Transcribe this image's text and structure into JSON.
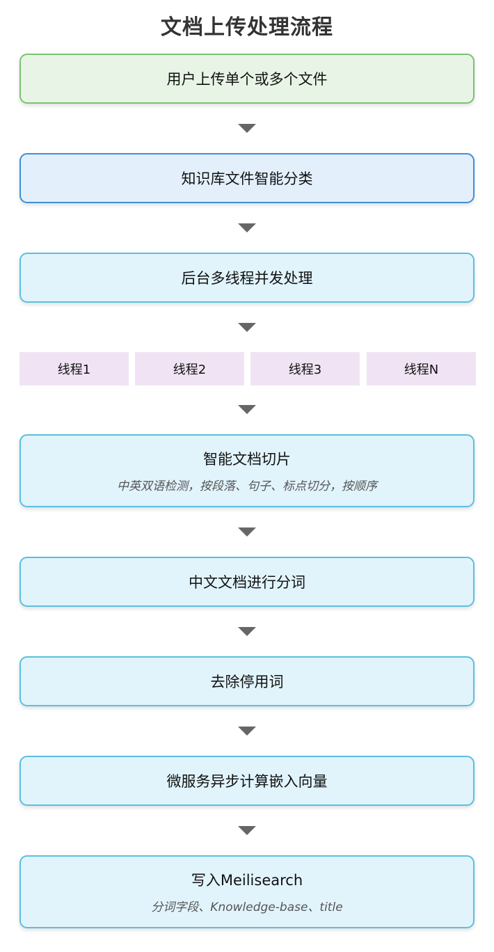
{
  "title": "文档上传处理流程",
  "steps": {
    "upload": {
      "label": "用户上传单个或多个文件"
    },
    "classify": {
      "label": "知识库文件智能分类"
    },
    "concurrent": {
      "label": "后台多线程并发处理"
    },
    "slice": {
      "label": "智能文档切片",
      "note": "中英双语检测，按段落、句子、标点切分，按顺序"
    },
    "segment": {
      "label": "中文文档进行分词"
    },
    "stopwords": {
      "label": "去除停用词"
    },
    "embedding": {
      "label": "微服务异步计算嵌入向量"
    },
    "write": {
      "label": "写入Meilisearch",
      "note": "分词字段、Knowledge-base、title"
    }
  },
  "threads": [
    "线程1",
    "线程2",
    "线程3",
    "线程N"
  ],
  "colors": {
    "start_box": "#e8f5e6",
    "classify_box": "#e3f0fc",
    "process_box": "#e1f4fc",
    "thread_box": "#f0e4f4",
    "arrow": "#666666"
  }
}
